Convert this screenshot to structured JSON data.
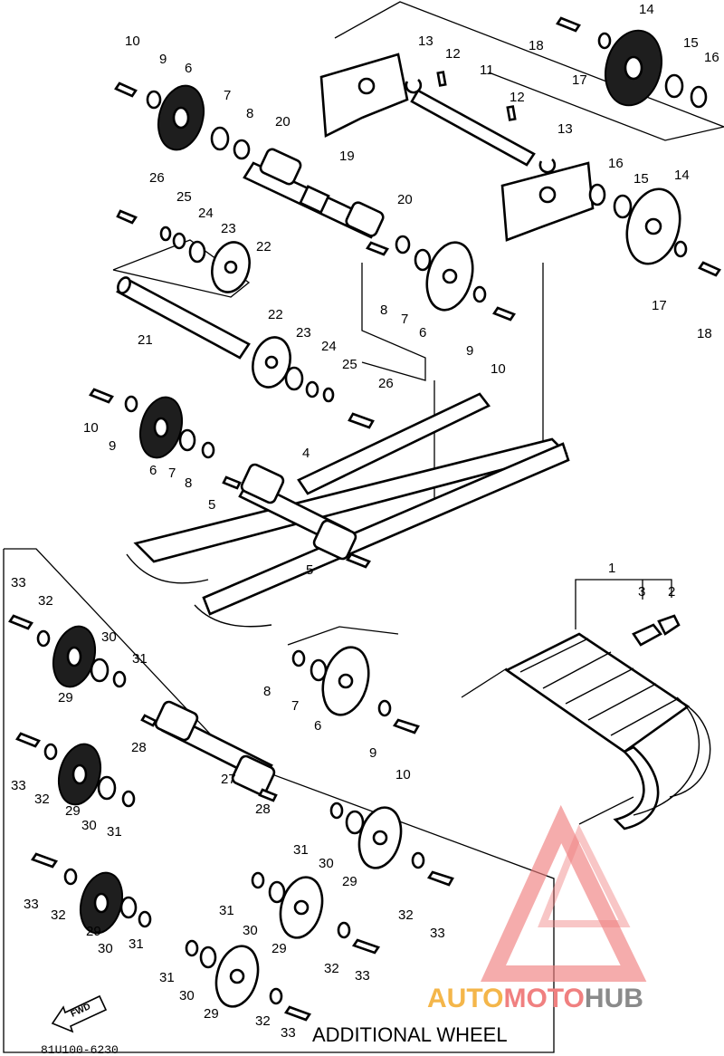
{
  "diagram": {
    "footer_code": "81U100-6230",
    "additional_wheel_label": "ADDITIONAL WHEEL",
    "fwd_label": "FWD",
    "watermark": {
      "auto": "AUTO",
      "moto": "MOTO",
      "hub": "HUB",
      "colors": {
        "auto": "#f4b64a",
        "moto": "#f08080",
        "hub": "#8a8a8a"
      }
    },
    "part_numbers": {
      "p1": "1",
      "p2": "2",
      "p3": "3",
      "p4": "4",
      "p5": "5",
      "p6": "6",
      "p7": "7",
      "p8": "8",
      "p9": "9",
      "p10": "10",
      "p11": "11",
      "p12": "12",
      "p13": "13",
      "p14": "14",
      "p15": "15",
      "p16": "16",
      "p17": "17",
      "p18": "18",
      "p19": "19",
      "p20": "20",
      "p21": "21",
      "p22": "22",
      "p23": "23",
      "p24": "24",
      "p25": "25",
      "p26": "26",
      "p27": "27",
      "p28": "28",
      "p29": "29",
      "p30": "30",
      "p31": "31",
      "p32": "32",
      "p33": "33"
    }
  }
}
